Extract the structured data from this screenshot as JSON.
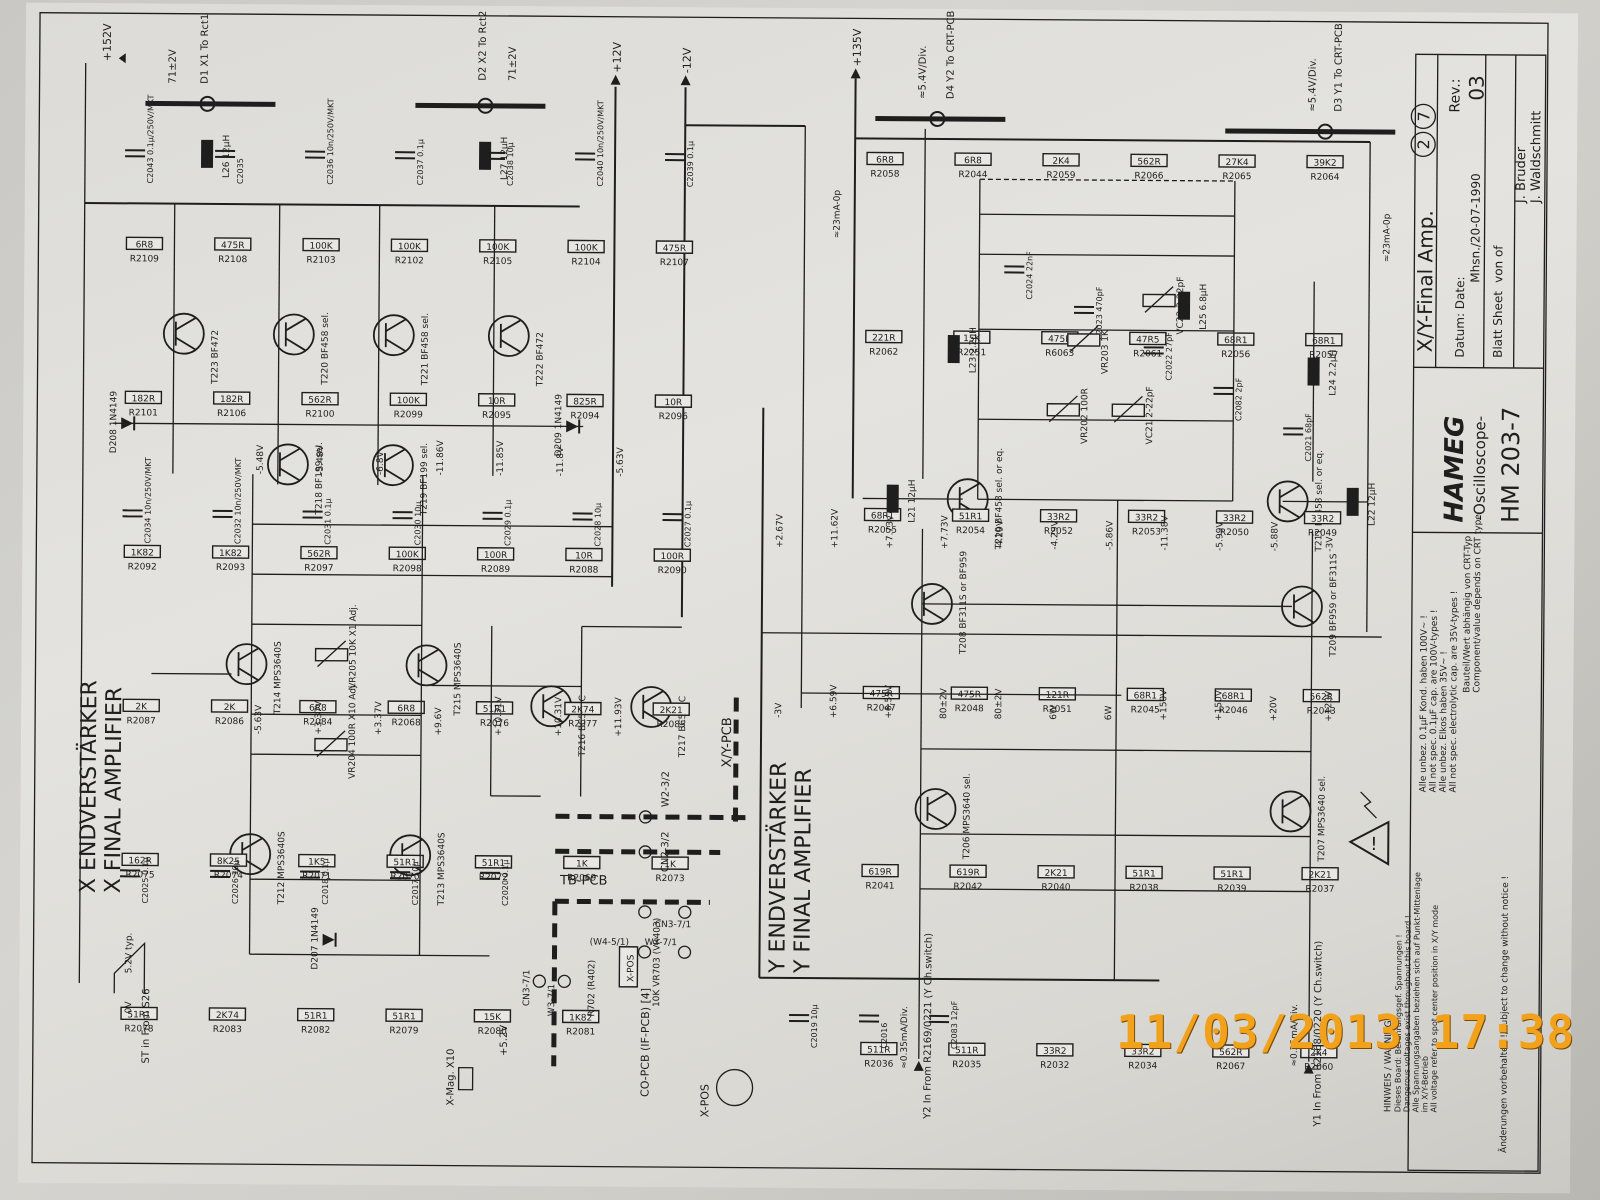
{
  "title_block": {
    "brand": "HAMEG",
    "product_line": "-Oscilloscope-",
    "model": "HM 203-7",
    "sheet_title": "X/Y-Final Amp.",
    "sheet_number": "2",
    "sheet_of": "7",
    "rev_label": "Rev.:",
    "rev_value": "03",
    "date_label": "Datum: Date:",
    "date_value": "Mhsn./20-07-1990",
    "sheet_label": "Blatt Sheet",
    "of_label": "von of",
    "name1": "J. Bruder",
    "name2": "J. Waldschmitt"
  },
  "section_titles": {
    "x_de": "X ENDVERSTÄRKER",
    "x_en": "X FINAL AMPLIFIER",
    "y_de": "Y ENDVERSTÄRKER",
    "y_en": "Y FINAL AMPLIFIER"
  },
  "supply_labels": {
    "v152": "+152V",
    "v12": "+12V",
    "vm12": "-12V",
    "v135": "+135V"
  },
  "outputs": {
    "x1": "D1 X1 To Rct1",
    "x2": "D2 X2 To Rct2",
    "y2": "D4 Y2 To CRT-PCB",
    "y1": "D3 Y1 To CRT-PCB",
    "x1_level": "71±2V",
    "x2_level": "71±2V",
    "y2_level": "≈5.4V/Div.",
    "y1_level": "≈5.4V/Div.",
    "y_current_left": "≈23mA-0p",
    "y_current_right": "≈23mA-0p"
  },
  "inputs": {
    "st": "ST in From S26",
    "y2": "Y2 In From R2169/0221 (Y Ch.switch)",
    "y1": "Y1 In From R2168/0220 (Y Ch.switch)",
    "y2_level": "≈0.35mA/Div.",
    "y1_level": "≈0.35mA/Div.",
    "sawtooth": "5.2V typ.",
    "zero": "0V"
  },
  "pcb_labels": {
    "xy": "X/Y-PCB",
    "tb": "TB-PCB",
    "co": "CO-PCB (IF-PCB) [4]",
    "xpos": "X-POS",
    "xmag": "X-Mag. X10",
    "v52": "+5.2V",
    "w2": "W2-3/2",
    "cn2": "CN2-3/2",
    "cn3": "CN3-7/1",
    "w3": "W3-7/1",
    "w4": "(W4-5/1)",
    "cn_n3": "CN3-7/1",
    "cn_w3": "W3-7/1",
    "r702": "R702 (R402)",
    "vr703": "10K VR703 (VR403)",
    "xpos_box": "X-POS"
  },
  "resistors_x": [
    "R2109 6R8",
    "R2108 475R",
    "R2103 100K",
    "R2102 100K",
    "R2105 100K",
    "R2104 100K",
    "R2107 475R",
    "R2101 182R",
    "R2106 182R",
    "R2100 562R",
    "R2099 100K",
    "R2095 10R",
    "R2094 825R",
    "R2096 10R",
    "R2092 1K82",
    "R2093 1K82",
    "R2097 562R",
    "R2098 100K",
    "R2089 100R",
    "R2088 10R",
    "R2090 100R",
    "R2087 2K",
    "R2086 2K",
    "R2084 6R8",
    "R2068 6R8",
    "R2076 51R1",
    "R2077 2K74",
    "R2085 2K21",
    "R2075 162R",
    "R2074 8K25",
    "R2071 1K5",
    "R2070 51R1",
    "R2072 51R1",
    "R2069 1K",
    "R2073 1K",
    "R2078 51R1",
    "R2083 2K74",
    "R2082 51R1",
    "R2079 51R1",
    "R2080 15K",
    "R2081 1K82"
  ],
  "resistors_y": [
    "R2058 6R8",
    "R2044 6R8",
    "R2059 2K4",
    "R2066 562R",
    "R2065 27K4",
    "R2064 39K2",
    "R2062 221R",
    "R2251 15K",
    "R6063 475R",
    "R2061 47R5",
    "R2056 68R1",
    "R2057 68R1",
    "R2055 68R1",
    "R2054 51R1",
    "R2052 33R2",
    "R2053 33R2",
    "R2050 33R2",
    "R2049 33R2",
    "R2047 475R",
    "R2048 475R",
    "R2051 121R",
    "R2045 68R1",
    "R2046 68R1",
    "R2043 562R",
    "R2041 619R",
    "R2042 619R",
    "R2040 2K21",
    "R2038 51R1",
    "R2039 51R1",
    "R2037 2K21",
    "R2036 511R",
    "R2035 511R",
    "R2032 33R2",
    "R2034 33R2",
    "R2067 562R",
    "R2060 2K4"
  ],
  "capacitors": [
    "C2043 0.1µ/250V/MKT",
    "C2035",
    "C2036 10n/250V/MKT",
    "C2037 0.1µ",
    "C2038 10µ",
    "C2040 10n/250V/MKT",
    "C2039 0.1µ",
    "C2034 10n/250V/MKT",
    "C2032 10n/250V/MKT",
    "C2031 0.1µ",
    "C2030 10µ",
    "C2029 0.1µ",
    "C2028 10µ",
    "C2027 0.1µ",
    "C2025 0.1µ",
    "C2026 10µ",
    "C2018 0.1µ",
    "C2017 10µ",
    "C2020 0.1µ",
    "C2019 10µ",
    "C2016",
    "C2083 12pF",
    "C2024 22nF",
    "C2023 470pF",
    "C2022 27pF",
    "C2082 2pF",
    "C2021 68pF"
  ],
  "transistors": [
    "T223 BF472",
    "T220 BF458 sel.",
    "T221 BF458 sel.",
    "T222 BF472",
    "T218 BF199 sel.",
    "T219 BF199 sel.",
    "T214 MPS3640S",
    "T215 MPS3640S",
    "T212 MPS3640S",
    "T213 MPS3640S",
    "T216 BC550C",
    "T217 BC560C",
    "T210 BF458 sel. or eq.",
    "T211 BF458 sel. or eq.",
    "T208 BF311S or BF959",
    "T209 BF959 or BF311S",
    "T206 MPS3640 sel.",
    "T207 MPS3640 sel."
  ],
  "inductors": [
    "L26 12µH",
    "L27 12µH",
    "L23 2.2µH",
    "L25 6.8µH",
    "L24 2.2µH",
    "L21 12µH",
    "L22 12µH"
  ],
  "diodes": [
    "D208 1N4149",
    "D209 1N4149",
    "D207 1N4149"
  ],
  "trimmers": [
    "VR205 10K X1 Adj.",
    "VR204 100R X10 Adj.",
    "VR203 1K",
    "VR202 100R",
    "VC22 2-22pF",
    "VC21 2-22pF"
  ],
  "voltages": [
    "-5.48V",
    "-5.48V",
    "-6.8V",
    "-11.86V",
    "-11.85V",
    "-11.8V",
    "-5.63V",
    "-5.63V",
    "+3.37V",
    "+3.37V",
    "+9.6V",
    "+10.31V",
    "+10.31V",
    "+11.93V",
    "+2.67V",
    "+11.62V",
    "+7.73V",
    "+7.73V",
    "-4.29V",
    "-4.29V",
    "-5.86V",
    "-11.38V",
    "-5.99V",
    "-5.88V",
    "-3V",
    "-3V",
    "+6.59V",
    "+6.59V",
    "80±2V",
    "80±2V",
    "6W",
    "6W",
    "+150V",
    "+150V",
    "+20V",
    "+120V"
  ],
  "notes": [
    "Alle unbez. 0.1µF Kond. haben 100V~ !",
    "All not spec. 0.1µF cap. are 100V-types !",
    "Alle unbez. Elkos haben 35V~ !",
    "All not spec. electrolytic cap. are 35V-types !",
    "Bauteil/Wert abhängig von CRT-Typ",
    "Component/value depends on CRT type"
  ],
  "warning": {
    "title": "HINWEIS / WARNING !",
    "l1": "Dieses Board: Berührungsgef. Spannungen !",
    "l2": "Dangerous voltages exist throughout this board !",
    "l3": "Alle Spannungsangaben beziehen sich auf Punkt-Mittenlage",
    "l4": "im X/Y-Betrieb",
    "l5": "All voltage refer to spot center position in X/Y mode"
  },
  "footer_note": "Änderungen vorbehalten !/Subject to change without notice !",
  "timestamp": "11/03/2013 17:38"
}
